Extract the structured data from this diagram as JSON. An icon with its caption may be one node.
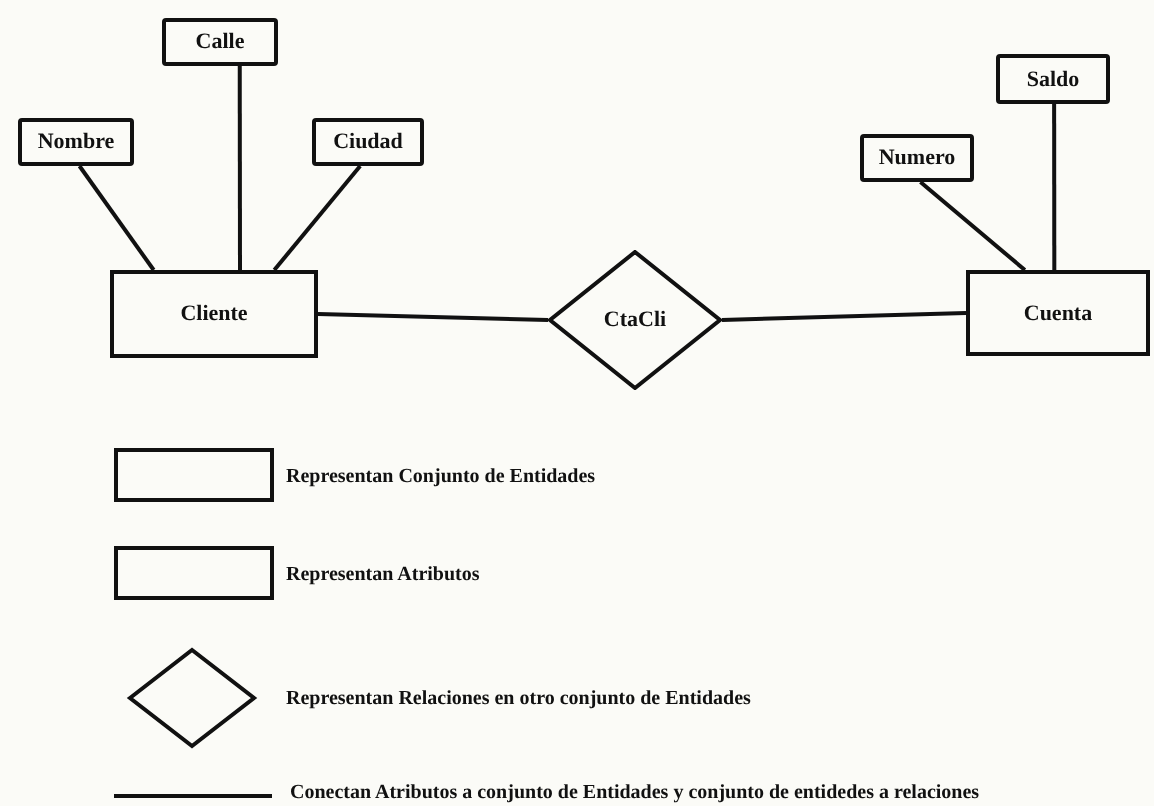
{
  "diagram": {
    "nodes": [
      {
        "text": [
          "Calle"
        ]
      },
      {
        "text": [
          "Nombre"
        ]
      },
      {
        "text": [
          "Ciudad"
        ]
      },
      {
        "text": [
          "Cliente"
        ]
      },
      {
        "text": [
          "CtaCli"
        ]
      },
      {
        "text": [
          "Saldo"
        ]
      },
      {
        "text": [
          "Numero"
        ]
      },
      {
        "text": [
          "Cuenta"
        ]
      }
    ],
    "edges": [
      {
        "from": 1,
        "to": 3,
        "arrow": "none"
      },
      {
        "from": 0,
        "to": 3,
        "arrow": "none"
      },
      {
        "from": 2,
        "to": 3,
        "arrow": "none"
      },
      {
        "from": 3,
        "to": 4,
        "arrow": "none"
      },
      {
        "from": 4,
        "to": 7,
        "arrow": "none"
      },
      {
        "from": 6,
        "to": 7,
        "arrow": "none"
      },
      {
        "from": 5,
        "to": 7,
        "arrow": "none"
      }
    ],
    "legend": [
      {
        "text": "Representan Conjunto de Entidades"
      },
      {
        "text": "Representan Atributos"
      },
      {
        "text": "Representan Relaciones en otro conjunto de Entidades"
      },
      {
        "text": "Conectan Atributos a conjunto de Entidades y conjunto de entidedes a relaciones"
      }
    ]
  }
}
